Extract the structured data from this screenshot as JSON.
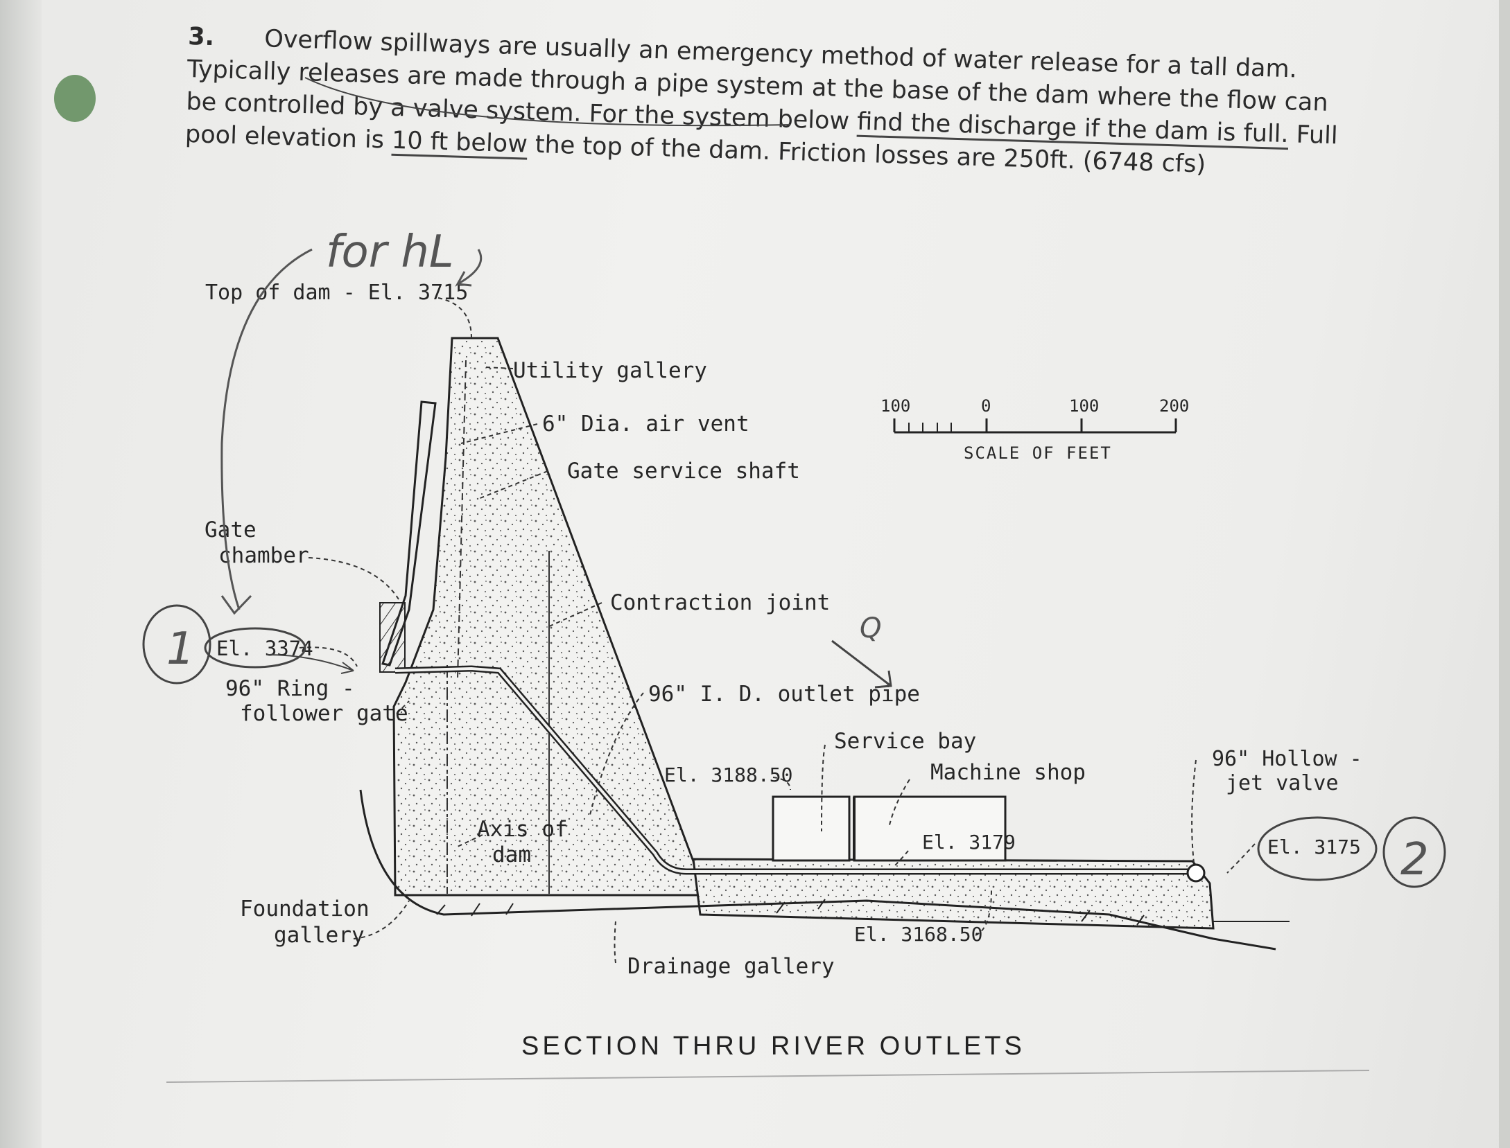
{
  "question": {
    "number": "3.",
    "line1": "Overflow spillways are usually an emergency method of water release for a tall dam.",
    "line2": "Typically releases are made through a pipe system at the base of the dam where the flow can",
    "line3a": "be controlled by a valve system. For the system below ",
    "line3b": "find the discharge if the dam is full.",
    "line3c": " Full",
    "line4a": "pool elevation is ",
    "line4b": "10 ft below",
    "line4c": " the top of the dam. Friction losses are 250ft. (6748 cfs)"
  },
  "handwriting": {
    "for_hl": "for hL",
    "point1": "1",
    "point2": "2",
    "q": "Q"
  },
  "labels": {
    "top_of_dam": "Top of dam - El. 3715",
    "utility_gallery": "Utility gallery",
    "air_vent": "6\" Dia. air vent",
    "gate_service_shaft": "Gate service shaft",
    "gate_chamber_1": "Gate",
    "gate_chamber_2": "chamber",
    "contraction_joint": "Contraction joint",
    "el_3374": "El. 3374",
    "ring_gate_1": "96\" Ring -",
    "ring_gate_2": "follower gate",
    "outlet_pipe": "96\" I. D. outlet pipe",
    "service_bay": "Service bay",
    "machine_shop": "Machine shop",
    "el_3188": "El. 3188.50",
    "hollow_jet_1": "96\" Hollow -",
    "hollow_jet_2": "jet valve",
    "axis_1": "Axis of",
    "axis_2": "dam",
    "el_3179": "El. 3179",
    "el_3175": "El. 3175",
    "foundation_1": "Foundation",
    "foundation_2": "gallery",
    "el_3168": "El. 3168.50",
    "drainage_gallery": "Drainage gallery",
    "section_title": "SECTION THRU RIVER OUTLETS"
  },
  "scale": {
    "ticks": [
      "100",
      "0",
      "100",
      "200"
    ],
    "caption": "SCALE OF FEET"
  }
}
